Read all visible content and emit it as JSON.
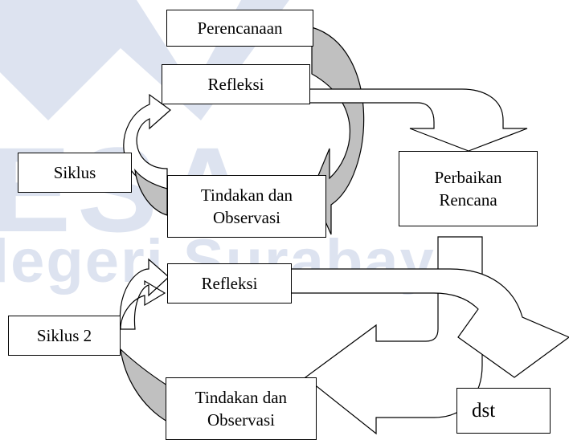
{
  "watermark": {
    "line1": "ESA",
    "line2": "legeri Surabaya"
  },
  "boxes": {
    "perencanaan": "Perencanaan",
    "refleksi1": "Refleksi",
    "siklus1": "Siklus",
    "tindakan1_line1": "Tindakan dan",
    "tindakan1_line2": "Observasi",
    "perbaikan_line1": "Perbaikan",
    "perbaikan_line2": "Rencana",
    "refleksi2": "Refleksi",
    "siklus2": "Siklus 2",
    "tindakan2_line1": "Tindakan dan",
    "tindakan2_line2": "Observasi",
    "dst": "dst"
  },
  "colors": {
    "shade": "#c0c0c0",
    "line": "#000000",
    "watermark": "#dde3f0"
  }
}
